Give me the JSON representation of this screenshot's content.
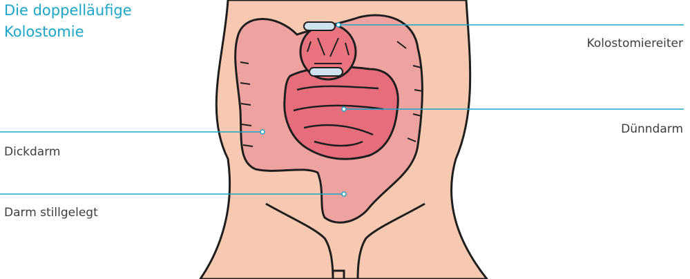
{
  "title": {
    "line1": "Die doppelläufige",
    "line2": "Kolostomie"
  },
  "labels": {
    "kolostomiereiter": "Kolostomiereiter",
    "duenndarm": "Dünndarm",
    "dickdarm": "Dickdarm",
    "darm_stillgelegt": "Darm stillgelegt"
  },
  "colors": {
    "title": "#1aa6c9",
    "leader_line": "#1aa6c9",
    "skin": "#f7c9b0",
    "colon": "#efa3a0",
    "small_intestine": "#e66d7b",
    "stoma": "#e9737f",
    "outline": "#1e1e1e"
  }
}
